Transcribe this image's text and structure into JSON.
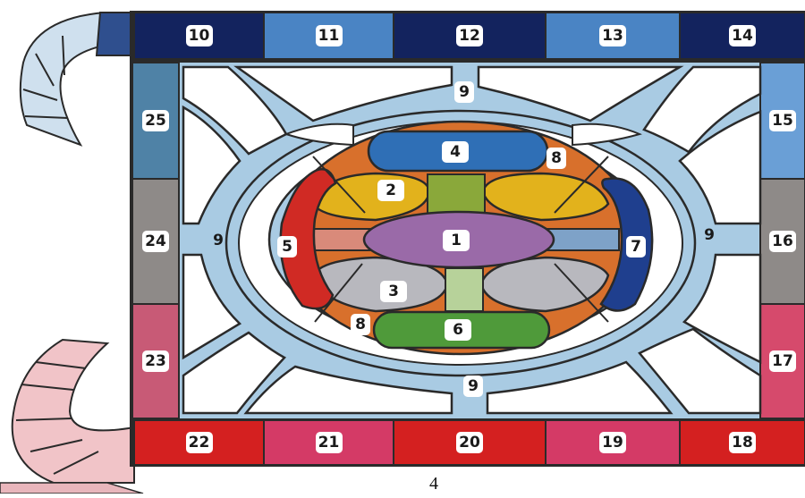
{
  "diagram": {
    "regions": [
      {
        "id": "1",
        "color": "#9a6aa8"
      },
      {
        "id": "2",
        "color": "#e2b21c"
      },
      {
        "id": "3",
        "color": "#b8b8be"
      },
      {
        "id": "4",
        "color": "#2f6fb6"
      },
      {
        "id": "5",
        "color": "#d02a24"
      },
      {
        "id": "6",
        "color": "#4f9a3a"
      },
      {
        "id": "7",
        "color": "#1f3f8e"
      },
      {
        "id": "8",
        "color": "#d8702c"
      },
      {
        "id": "9",
        "color": "#a9cbe3"
      }
    ],
    "border_cells": [
      {
        "id": "10",
        "color": "#13235e"
      },
      {
        "id": "11",
        "color": "#4a84c4"
      },
      {
        "id": "12",
        "color": "#13235e"
      },
      {
        "id": "13",
        "color": "#4a84c4"
      },
      {
        "id": "14",
        "color": "#13235e"
      },
      {
        "id": "15",
        "color": "#6a9fd6"
      },
      {
        "id": "16",
        "color": "#8e8a88"
      },
      {
        "id": "17",
        "color": "#d64a6c"
      },
      {
        "id": "18",
        "color": "#d42020"
      },
      {
        "id": "19",
        "color": "#d43a66"
      },
      {
        "id": "20",
        "color": "#d42020"
      },
      {
        "id": "21",
        "color": "#d43a66"
      },
      {
        "id": "22",
        "color": "#d42020"
      },
      {
        "id": "23",
        "color": "#c85a76"
      },
      {
        "id": "24",
        "color": "#8e8a88"
      },
      {
        "id": "25",
        "color": "#4f82a6"
      }
    ],
    "labels_9": [
      "9",
      "9",
      "9",
      "9"
    ],
    "labels_8": [
      "8",
      "8"
    ],
    "page_number": "4"
  }
}
